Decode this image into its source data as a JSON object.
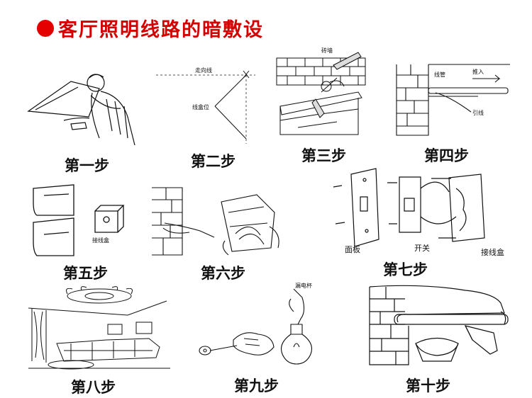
{
  "title": "客厅照明线路的暗敷设",
  "colors": {
    "title": "#d40000",
    "bullet": "#e40000",
    "ink": "#111111"
  },
  "steps": [
    {
      "caption": "第一步",
      "labels": []
    },
    {
      "caption": "第二步",
      "labels": [
        "走向线",
        "线盒位"
      ]
    },
    {
      "caption": "第三步",
      "labels": [
        "砖墙"
      ]
    },
    {
      "caption": "第四步",
      "labels": [
        "线管",
        "推入",
        "引线"
      ]
    },
    {
      "caption": "第五步",
      "labels": [
        "接线盒"
      ]
    },
    {
      "caption": "第六步",
      "labels": []
    },
    {
      "caption": "第七步",
      "labels": [
        "面板",
        "开关",
        "接线盒"
      ]
    },
    {
      "caption": "第八步",
      "labels": []
    },
    {
      "caption": "第九步",
      "labels": [
        "漏电杯"
      ]
    },
    {
      "caption": "第十步",
      "labels": []
    }
  ]
}
